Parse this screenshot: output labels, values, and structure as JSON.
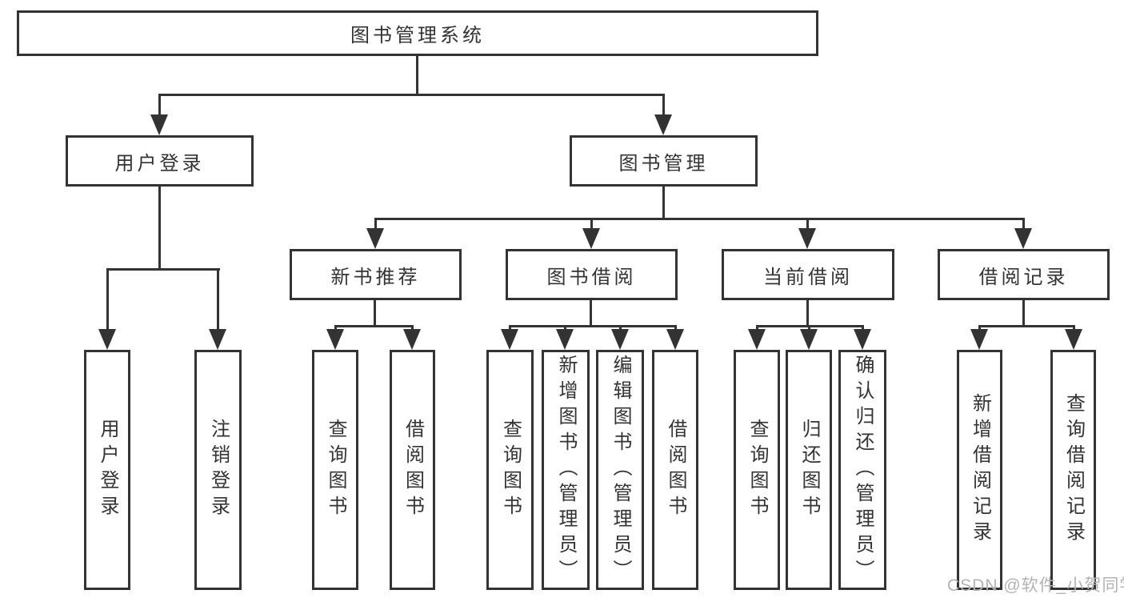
{
  "chart": {
    "root": {
      "label": "图书管理系统"
    },
    "branches": [
      {
        "label": "用户登录",
        "children": [
          {
            "label": "用户登录"
          },
          {
            "label": "注销登录"
          }
        ]
      },
      {
        "label": "图书管理",
        "children": [
          {
            "label": "新书推荐",
            "children": [
              {
                "label": "查询图书"
              },
              {
                "label": "借阅图书"
              }
            ]
          },
          {
            "label": "图书借阅",
            "children": [
              {
                "label": "查询图书"
              },
              {
                "label": "新增图书（管理员）"
              },
              {
                "label": "编辑图书（管理员）"
              },
              {
                "label": "借阅图书"
              }
            ]
          },
          {
            "label": "当前借阅",
            "children": [
              {
                "label": "查询图书"
              },
              {
                "label": "归还图书"
              },
              {
                "label": "确认归还（管理员）"
              }
            ]
          },
          {
            "label": "借阅记录",
            "children": [
              {
                "label": "新增借阅记录"
              },
              {
                "label": "查询借阅记录"
              }
            ]
          }
        ]
      }
    ]
  },
  "watermark": {
    "text": "CSDN @软件_小贺同学"
  },
  "colors": {
    "line": "#333333",
    "text": "#333333",
    "background": "#ffffff",
    "watermark": "#b3b3b3"
  }
}
